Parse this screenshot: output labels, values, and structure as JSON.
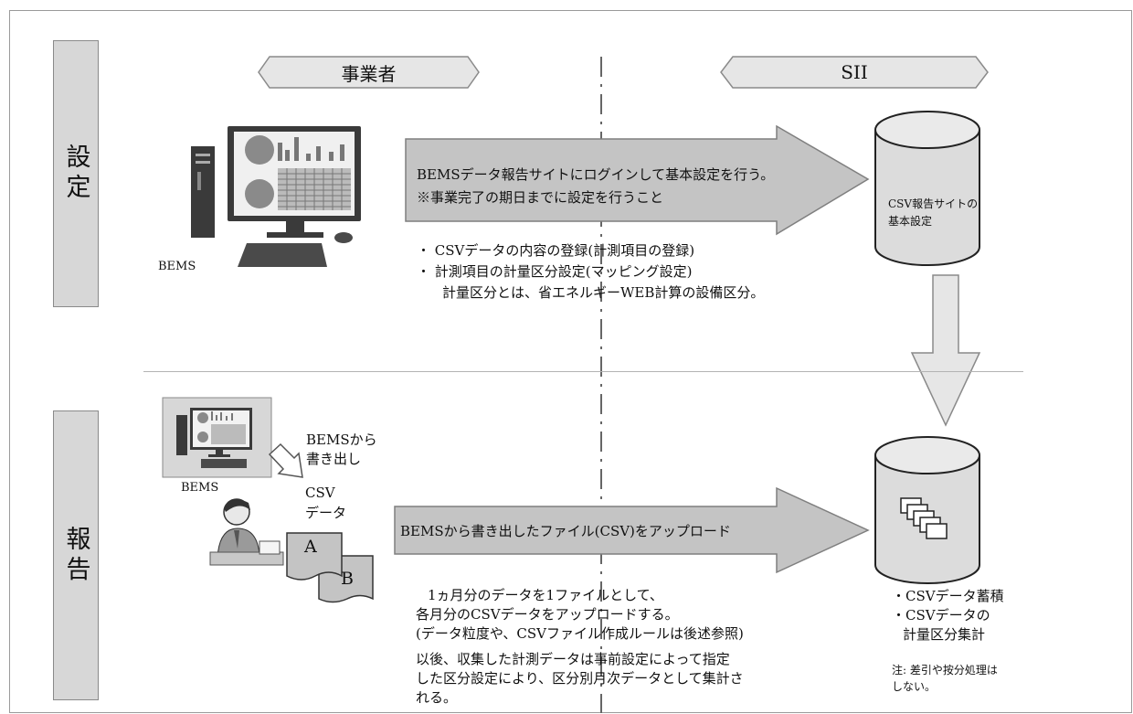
{
  "rows": {
    "setting": "設定",
    "report": "報告"
  },
  "headers": {
    "operator": "事業者",
    "sii": "SII"
  },
  "setting": {
    "bems_label": "BEMS",
    "arrow_line1": "BEMSデータ報告サイトにログインして基本設定を行う。",
    "arrow_line2": "※事業完了の期日までに設定を行うこと",
    "bullet1": "・ CSVデータの内容の登録(計測項目の登録)",
    "bullet2": "・ 計測項目の計量区分設定(マッピング設定)",
    "bullet2_sub": "計量区分とは、省エネルギーWEB計算の設備区分。",
    "db_line1": "CSV報告サイトの",
    "db_line2": "基本設定"
  },
  "report": {
    "bems_label": "BEMS",
    "export_line1": "BEMSから",
    "export_line2": "書き出し",
    "csv_line1": "CSV",
    "csv_line2": "データ",
    "doc_a": "A",
    "doc_b": "B",
    "arrow_text": "BEMSから書き出したファイル(CSV)をアップロード",
    "desc1": "1ヵ月分のデータを1ファイルとして、",
    "desc2": "各月分のCSVデータをアップロードする。",
    "desc3": "(データ粒度や、CSVファイル作成ルールは後述参照)",
    "desc4": "以後、収集した計測データは事前設定によって指定",
    "desc5": "した区分設定により、区分別月次データとして集計さ",
    "desc6": "れる。",
    "sii_bullet1": "・CSVデータ蓄積",
    "sii_bullet2": "・CSVデータの",
    "sii_bullet2b": "計量区分集計",
    "note1": "注: 差引や按分処理は",
    "note2": "しない。"
  },
  "colors": {
    "arrow_fill": "#c4c4c4",
    "arrow_stroke": "#7f7f7f",
    "panel": "#d7d7d7",
    "db_fill": "#dcdcdc"
  }
}
